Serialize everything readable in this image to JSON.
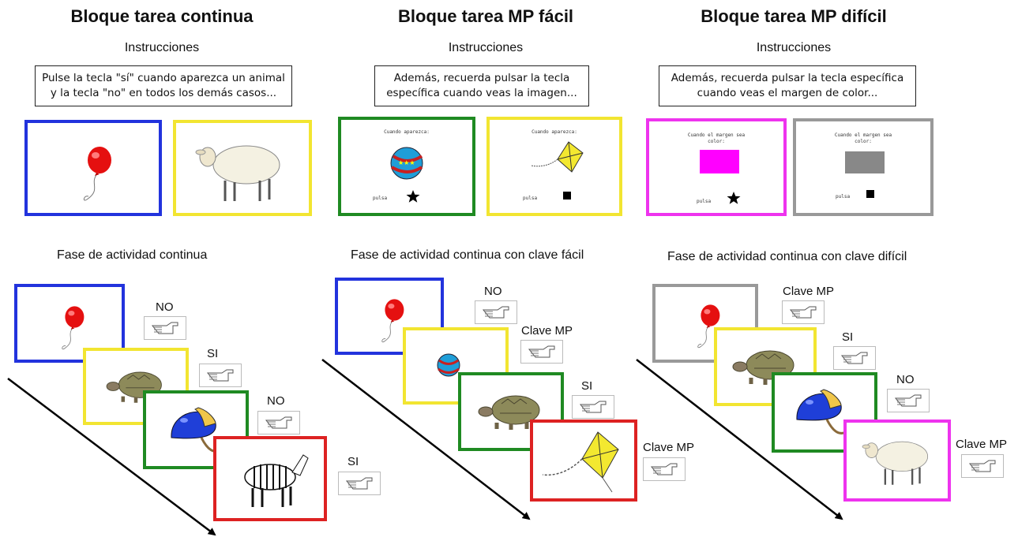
{
  "colors": {
    "blue": "#2233dd",
    "yellow": "#f2e531",
    "green": "#1f8a22",
    "red": "#dd2222",
    "magenta": "#ee33ee",
    "gray": "#999999"
  },
  "blocks": [
    {
      "title": "Bloque tarea continua",
      "instructions_heading": "Instrucciones",
      "instructions_text": "Pulse la tecla \"sí\" cuando aparezca un animal\ny la tecla \"no\" en todos los demás casos...",
      "examples": [
        {
          "image": "balloon-icon",
          "border": "blue"
        },
        {
          "image": "sheep-icon",
          "border": "yellow"
        }
      ],
      "phase_label": "Fase de actividad continua",
      "trials": [
        {
          "image": "balloon-icon",
          "border": "blue",
          "response": "NO"
        },
        {
          "image": "turtle-icon",
          "border": "yellow",
          "response": "SI"
        },
        {
          "image": "helmet-icon",
          "border": "green",
          "response": "NO"
        },
        {
          "image": "zebra-icon",
          "border": "red",
          "response": "SI"
        }
      ]
    },
    {
      "title": "Bloque tarea MP fácil",
      "instructions_heading": "Instrucciones",
      "instructions_text": "Además, recuerda pulsar la tecla\nespecífica cuando veas la imagen...",
      "examples": [
        {
          "image": "ball-icon",
          "border": "green",
          "caption": "Cuando aparezca:",
          "key_caption": "pulsa",
          "key_symbol": "star-icon"
        },
        {
          "image": "kite-icon",
          "border": "yellow",
          "caption": "Cuando aparezca:",
          "key_caption": "pulsa",
          "key_symbol": "square-icon"
        }
      ],
      "phase_label": "Fase de actividad continua con clave fácil",
      "trials": [
        {
          "image": "balloon-icon",
          "border": "blue",
          "response": "NO"
        },
        {
          "image": "ball-icon",
          "border": "yellow",
          "response": "Clave MP"
        },
        {
          "image": "turtle-icon",
          "border": "green",
          "response": "SI"
        },
        {
          "image": "kite-icon",
          "border": "red",
          "response": "Clave MP"
        }
      ]
    },
    {
      "title": "Bloque tarea MP difícil",
      "instructions_heading": "Instrucciones",
      "instructions_text": "Además, recuerda pulsar la tecla específica\ncuando veas el margen de color...",
      "examples": [
        {
          "image": "magenta-rect",
          "border": "magenta",
          "caption": "Cuando el margen sea\ncolor:",
          "key_caption": "pulsa",
          "key_symbol": "star-icon"
        },
        {
          "image": "gray-rect",
          "border": "gray",
          "caption": "Cuando el margen sea\ncolor:",
          "key_caption": "pulsa",
          "key_symbol": "square-icon"
        }
      ],
      "phase_label": "Fase de actividad continua con clave difícil",
      "trials": [
        {
          "image": "balloon-icon",
          "border": "gray",
          "response": "Clave MP"
        },
        {
          "image": "turtle-icon",
          "border": "yellow",
          "response": "SI"
        },
        {
          "image": "helmet-icon",
          "border": "green",
          "response": "NO"
        },
        {
          "image": "sheep-icon",
          "border": "magenta",
          "response": "Clave MP"
        }
      ]
    }
  ]
}
